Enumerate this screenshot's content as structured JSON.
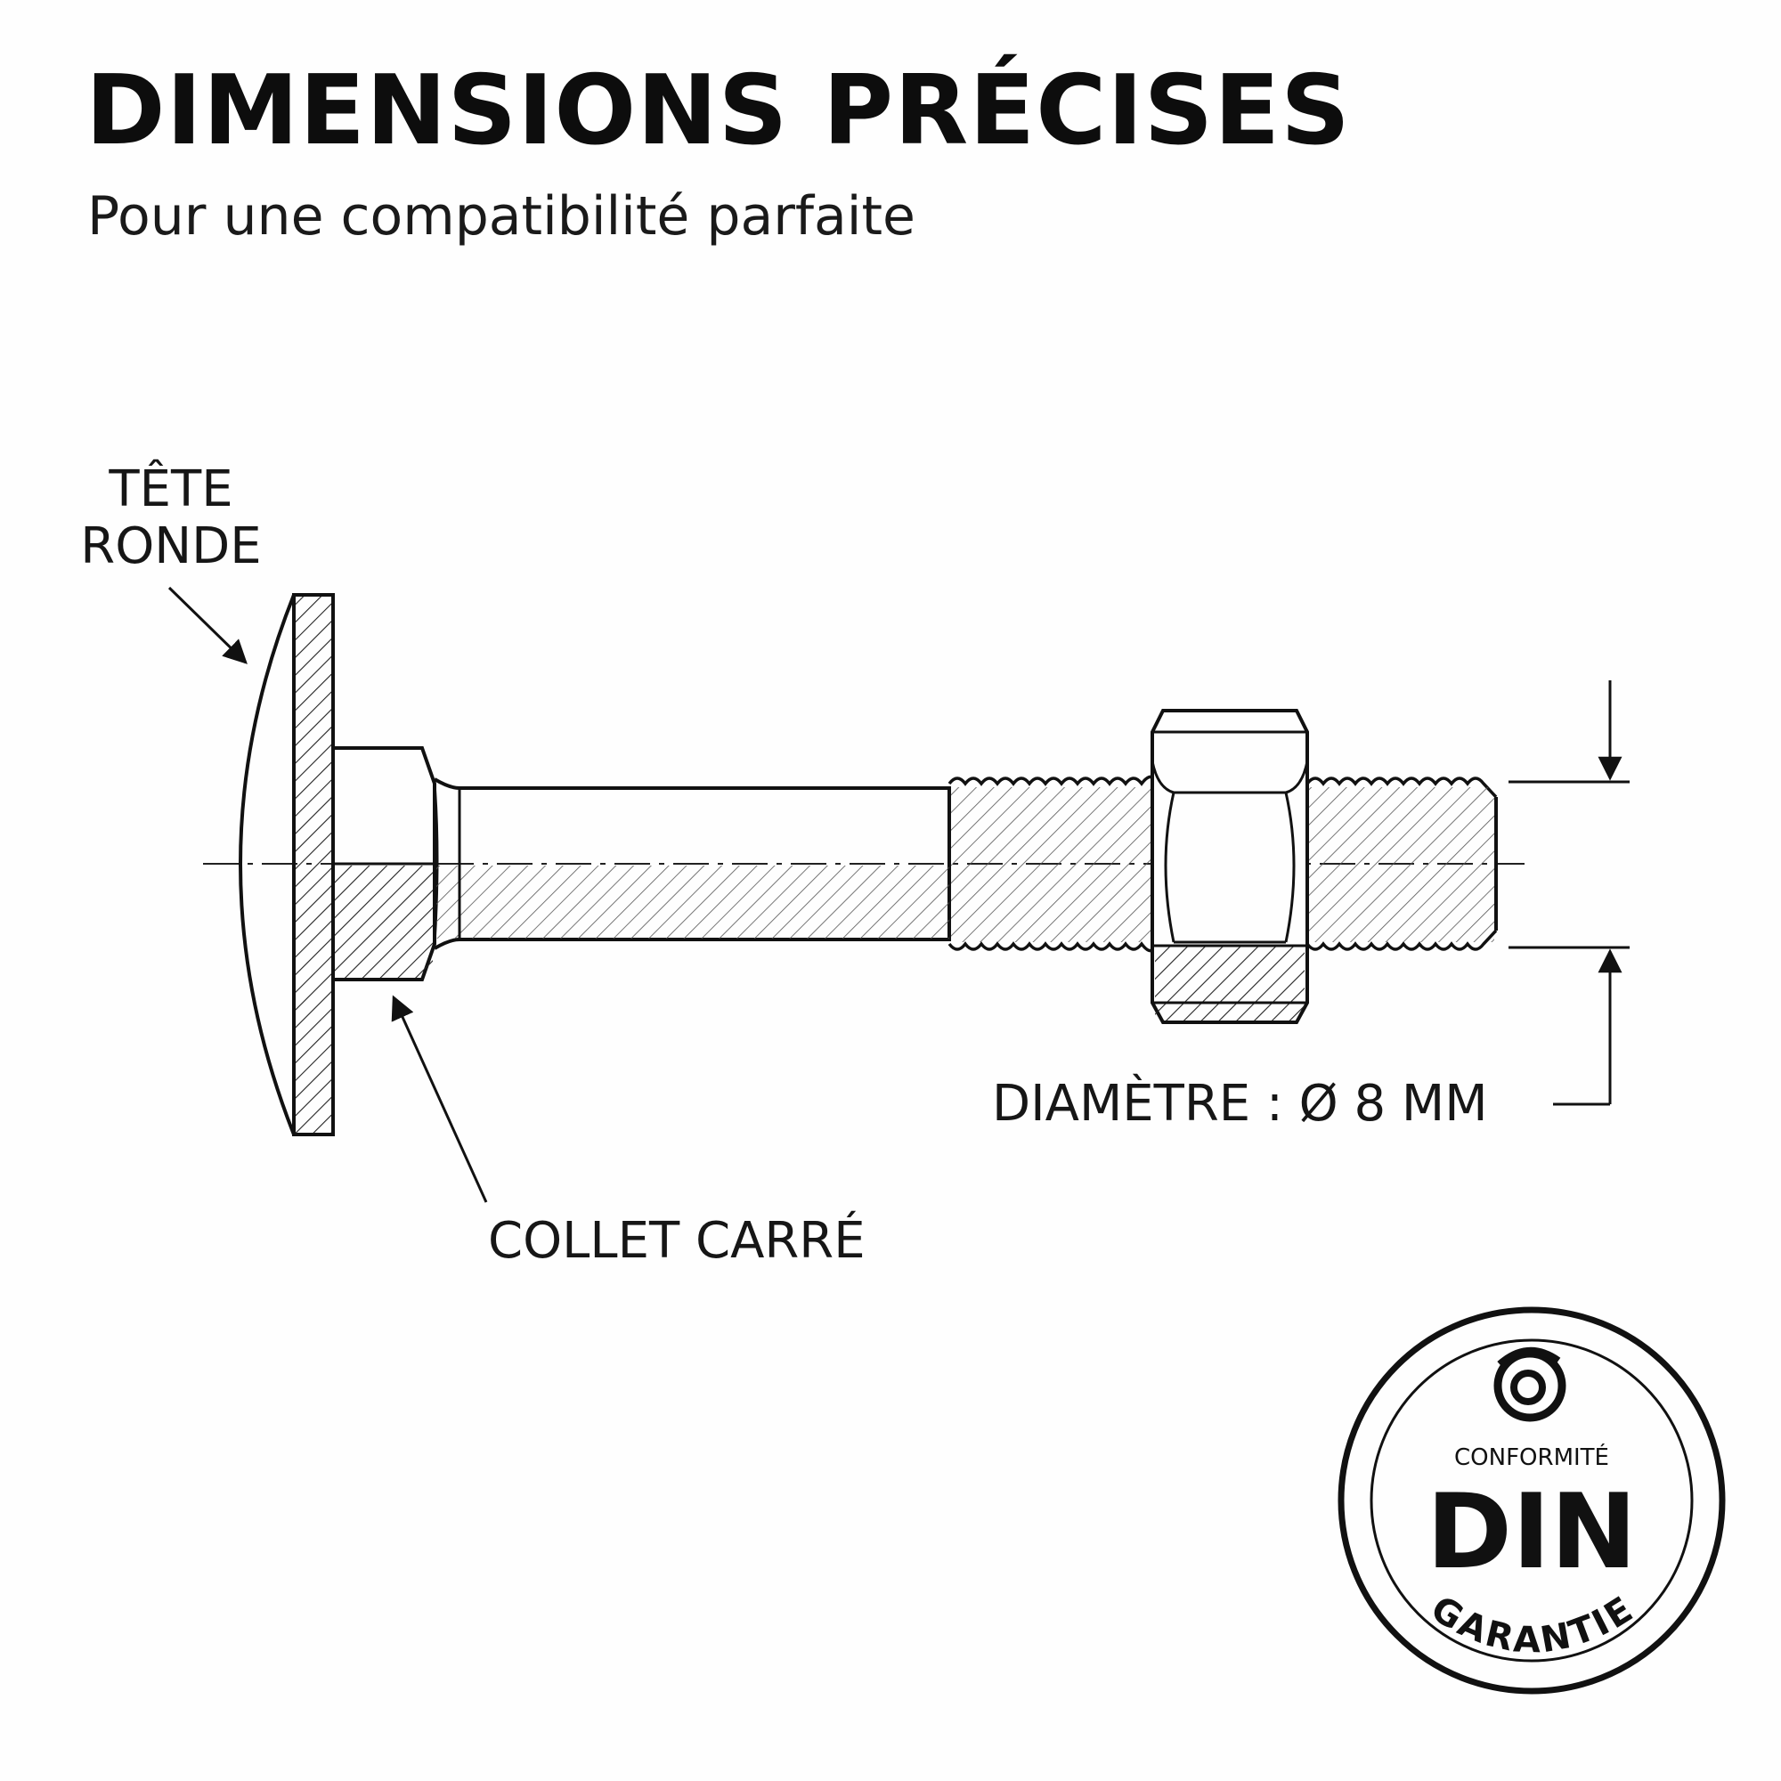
{
  "header": {
    "title": "DIMENSIONS PRÉCISES",
    "subtitle": "Pour une compatibilité parfaite"
  },
  "labels": {
    "head_line1": "TÊTE",
    "head_line2": "RONDE",
    "collar": "COLLET CARRÉ",
    "diameter": "DIAMÈTRE : Ø 8 MM"
  },
  "badge": {
    "top_text": "CONFORMITÉ",
    "main_text": "DIN",
    "bottom_text": "GARANTIE",
    "icon": "spiral-logo-icon"
  },
  "colors": {
    "ink": "#111111",
    "background": "#fefefe"
  }
}
